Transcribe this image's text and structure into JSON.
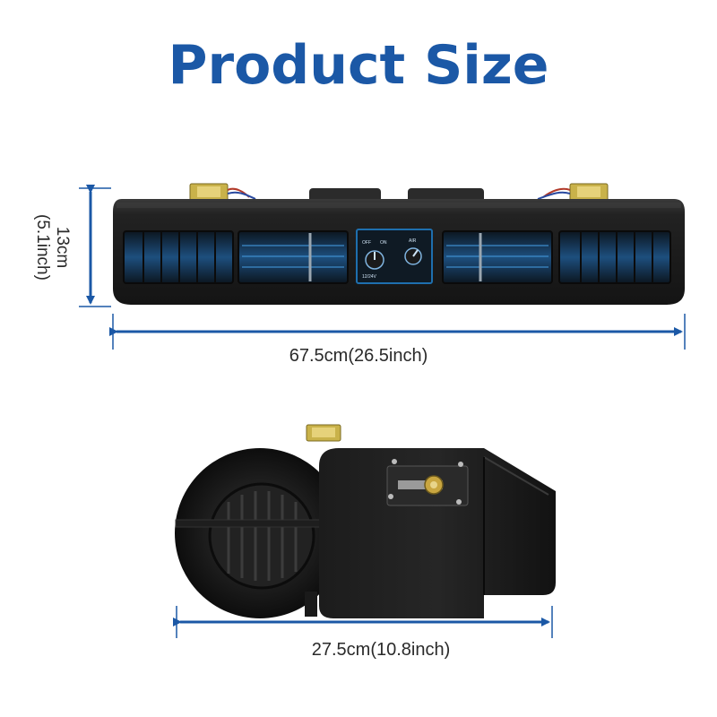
{
  "title": "Product Size",
  "dimensions": {
    "width_front": "67.5cm(26.5inch)",
    "height": "13cm",
    "height_inch": "(5.1inch)",
    "width_side": "27.5cm(10.8inch)"
  },
  "panel": {
    "left_knob_marks": [
      "OFF",
      "ON"
    ],
    "right_knob_marks": [
      "AIR"
    ],
    "voltage": "12/24V"
  },
  "colors": {
    "title": "#1b58a6",
    "arrow": "#1b58a6",
    "unit_body": "#1a1a1a",
    "vent_glow": "#2f7fc0"
  }
}
